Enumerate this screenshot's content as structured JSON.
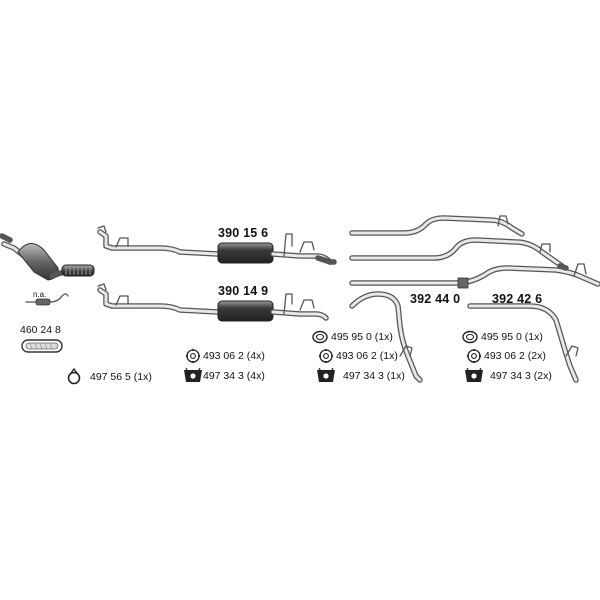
{
  "labels": {
    "na": "n.a.",
    "gasket_460": "460 24 8",
    "muffler_156": "390 15 6",
    "muffler_149": "390 14 9",
    "pipe_440": "392 44 0",
    "pipe_426": "392 42 6",
    "clamp_497565": "497 56 5 (1x)",
    "ring_493062_a": "493 06 2 (4x)",
    "rubber_497343_a": "497 34 3 (4x)",
    "ring_495950_a": "495 95 0 (1x)",
    "ring_493062_b": "493 06 2 (1x)",
    "rubber_497343_b": "497 34 3 (1x)",
    "ring_495950_b": "495 95 0 (1x)",
    "ring_493062_c": "493 06 2 (2x)",
    "rubber_497343_c": "497 34 3 (2x)"
  },
  "colors": {
    "pipe": "#555555",
    "pipe_highlight": "#e8e8e8",
    "muffler_dark": "#3a3a3a",
    "text": "#111111"
  },
  "icons": [
    "clamp-icon",
    "mounting-ring-icon",
    "rubber-mount-icon",
    "o-ring-icon",
    "gasket-icon",
    "sensor-icon",
    "catalytic-converter-icon"
  ]
}
